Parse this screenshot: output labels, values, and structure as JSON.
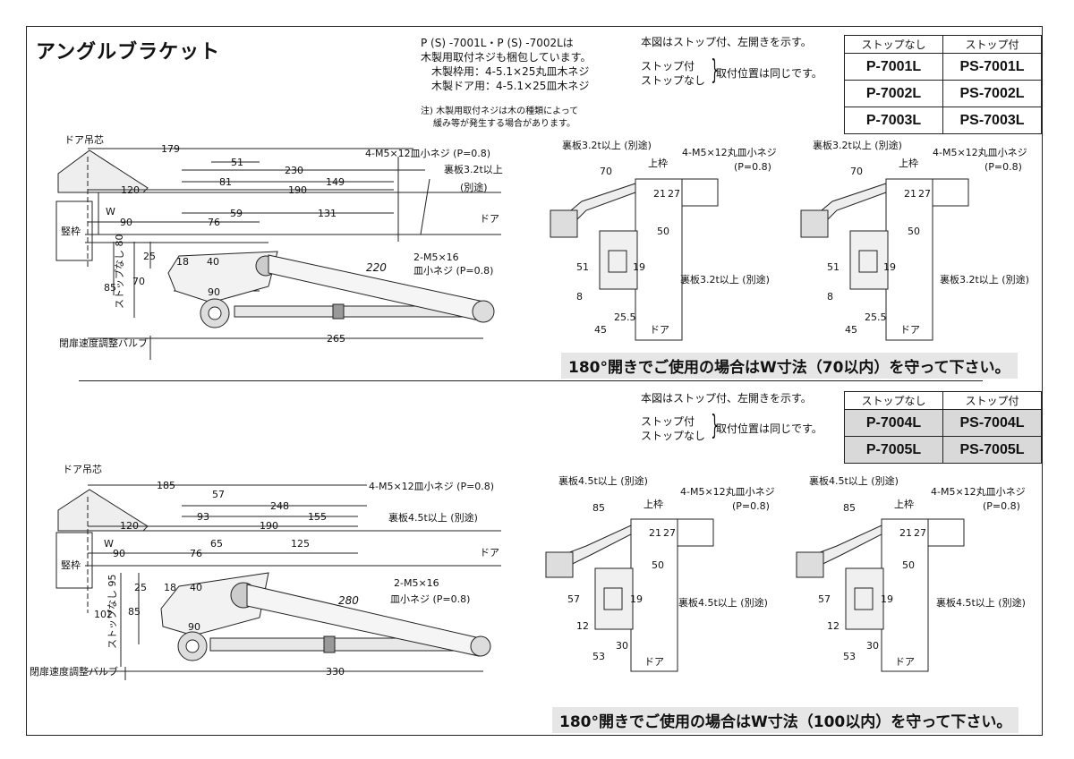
{
  "title": "アングルブラケット",
  "top": {
    "pack_note": [
      "P (S) -7001L・P (S) -7002Lは",
      "木製用取付ネジも梱包しています。",
      "木製枠用：4-5.1×25丸皿木ネジ",
      "木製ドア用：4-5.1×25皿木ネジ"
    ],
    "caution": [
      "注) 木製用取付ネジは木の種類によって",
      "緩み等が発生する場合があります。"
    ],
    "figure_note": "本図はストップ付、左開きを示す。",
    "stop_label_1": "ストップ付",
    "stop_label_2": "ストップなし",
    "same_position": "取付位置は同じです。",
    "table_headers": [
      "ストップなし",
      "ストップ付"
    ],
    "table_rows": [
      [
        "P-7001L",
        "PS-7001L"
      ],
      [
        "P-7002L",
        "PS-7002L"
      ],
      [
        "P-7003L",
        "PS-7003L"
      ]
    ],
    "banner": "180°開きでご使用の場合はW寸法（70以内）を守って下さい。",
    "side": {
      "door_axis": "ドア吊芯",
      "frame": "竪枠",
      "door": "ドア",
      "valve": "閉扉速度調整バルブ",
      "screw_a": "4-M5×12皿小ネジ (P=0.8)",
      "backing": "裏板3.2t以上",
      "backing2": "(別途)",
      "screw_b": "2-M5×16",
      "screw_b2": "皿小ネジ (P=0.8)",
      "stopless": "ストップなし 80",
      "dims": {
        "d179": "179",
        "d51": "51",
        "d230": "230",
        "d81": "81",
        "d149": "149",
        "d120": "120",
        "d190": "190",
        "w": "W",
        "d59": "59",
        "d131": "131",
        "d90": "90",
        "d76": "76",
        "d25": "25",
        "d18": "18",
        "d40": "40",
        "d220": "220",
        "d85": "85",
        "d70": "70",
        "d90b": "90",
        "d265": "265"
      }
    },
    "front": {
      "backing_top": "裏板3.2t以上 (別途)",
      "screw": "4-M5×12丸皿小ネジ",
      "pitch": "(P=0.8)",
      "upper_frame": "上枠",
      "backing_side": "裏板3.2t以上 (別途)",
      "door": "ドア",
      "dims": {
        "d70": "70",
        "d21": "21",
        "d27": "27",
        "d50": "50",
        "d51": "51",
        "d19": "19",
        "d8": "8",
        "d25_5": "25.5",
        "d45": "45"
      }
    }
  },
  "bottom": {
    "figure_note": "本図はストップ付、左開きを示す。",
    "stop_label_1": "ストップ付",
    "stop_label_2": "ストップなし",
    "same_position": "取付位置は同じです。",
    "table_headers": [
      "ストップなし",
      "ストップ付"
    ],
    "table_rows": [
      [
        "P-7004L",
        "PS-7004L"
      ],
      [
        "P-7005L",
        "PS-7005L"
      ]
    ],
    "banner": "180°開きでご使用の場合はW寸法（100以内）を守って下さい。",
    "side": {
      "door_axis": "ドア吊芯",
      "frame": "竪枠",
      "door": "ドア",
      "valve": "閉扉速度調整バルブ",
      "screw_a": "4-M5×12皿小ネジ (P=0.8)",
      "backing": "裏板4.5t以上 (別途)",
      "screw_b": "2-M5×16",
      "screw_b2": "皿小ネジ (P=0.8)",
      "stopless": "ストップなし 95",
      "dims": {
        "d185": "185",
        "d57": "57",
        "d248": "248",
        "d93": "93",
        "d155": "155",
        "d120": "120",
        "d190": "190",
        "w": "W",
        "d65": "65",
        "d125": "125",
        "d90": "90",
        "d76": "76",
        "d25": "25",
        "d18": "18",
        "d40": "40",
        "d280": "280",
        "d102": "102",
        "d85": "85",
        "d90b": "90",
        "d330": "330"
      }
    },
    "front": {
      "backing_top": "裏板4.5t以上 (別途)",
      "screw": "4-M5×12丸皿小ネジ",
      "pitch": "(P=0.8)",
      "upper_frame": "上枠",
      "backing_side": "裏板4.5t以上 (別途)",
      "door": "ドア",
      "dims": {
        "d85": "85",
        "d21": "21",
        "d27": "27",
        "d50": "50",
        "d57": "57",
        "d19": "19",
        "d12": "12",
        "d30": "30",
        "d53": "53"
      }
    }
  }
}
